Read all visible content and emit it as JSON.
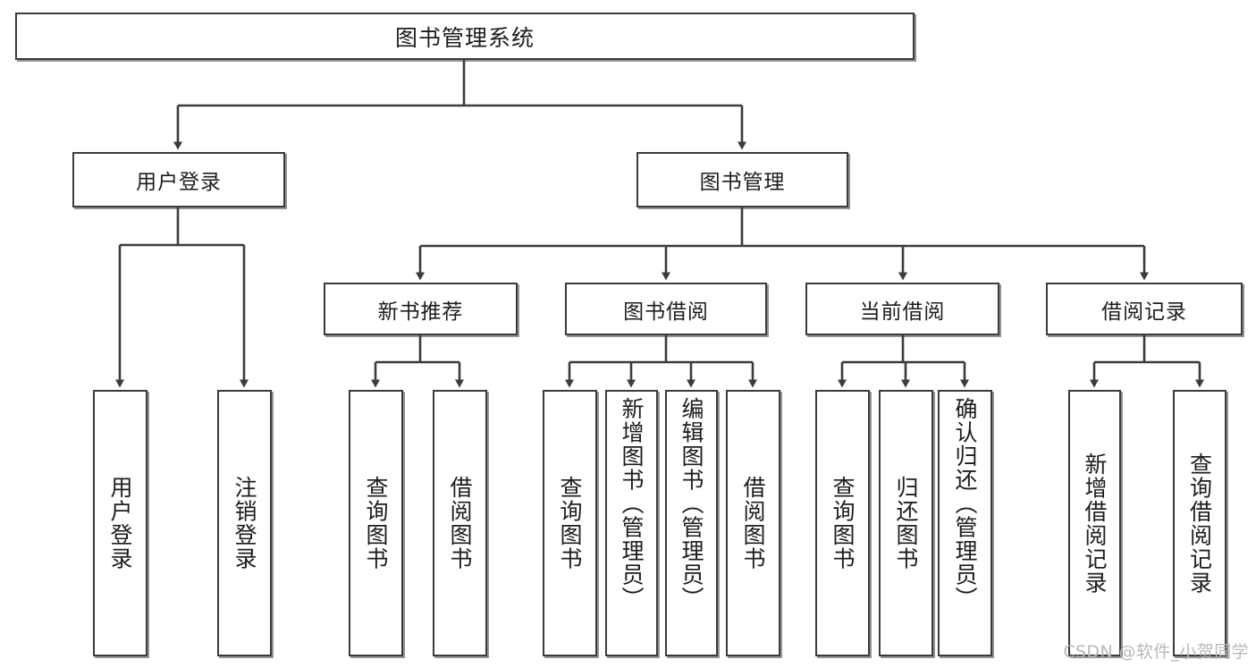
{
  "diagram": {
    "title": "图书管理系统",
    "type": "tree-hierarchy-chart",
    "watermark": "CSDN @软件_小贺同学",
    "colors": {
      "stroke": "#3b3b3b",
      "fill": "#ffffff",
      "text": "#1d1d1d",
      "watermark": "#b9b9b9"
    }
  },
  "level1": {
    "root": "图书管理系统"
  },
  "level2": [
    {
      "label": "用户登录"
    },
    {
      "label": "图书管理"
    }
  ],
  "level3": [
    {
      "label": "新书推荐"
    },
    {
      "label": "图书借阅"
    },
    {
      "label": "当前借阅"
    },
    {
      "label": "借阅记录"
    }
  ],
  "leaves": {
    "user_login": [
      {
        "label": "用户登录"
      },
      {
        "label": "注销登录"
      }
    ],
    "new_book_recommend": [
      {
        "label": "查询图书"
      },
      {
        "label": "借阅图书"
      }
    ],
    "book_borrow": [
      {
        "label": "查询图书"
      },
      {
        "label": "新增图书（管理员）"
      },
      {
        "label": "编辑图书（管理员）"
      },
      {
        "label": "借阅图书"
      }
    ],
    "current_borrow": [
      {
        "label": "查询图书"
      },
      {
        "label": "归还图书"
      },
      {
        "label": "确认归还（管理员）"
      }
    ],
    "borrow_record": [
      {
        "label": "新增借阅记录"
      },
      {
        "label": "查询借阅记录"
      }
    ]
  }
}
